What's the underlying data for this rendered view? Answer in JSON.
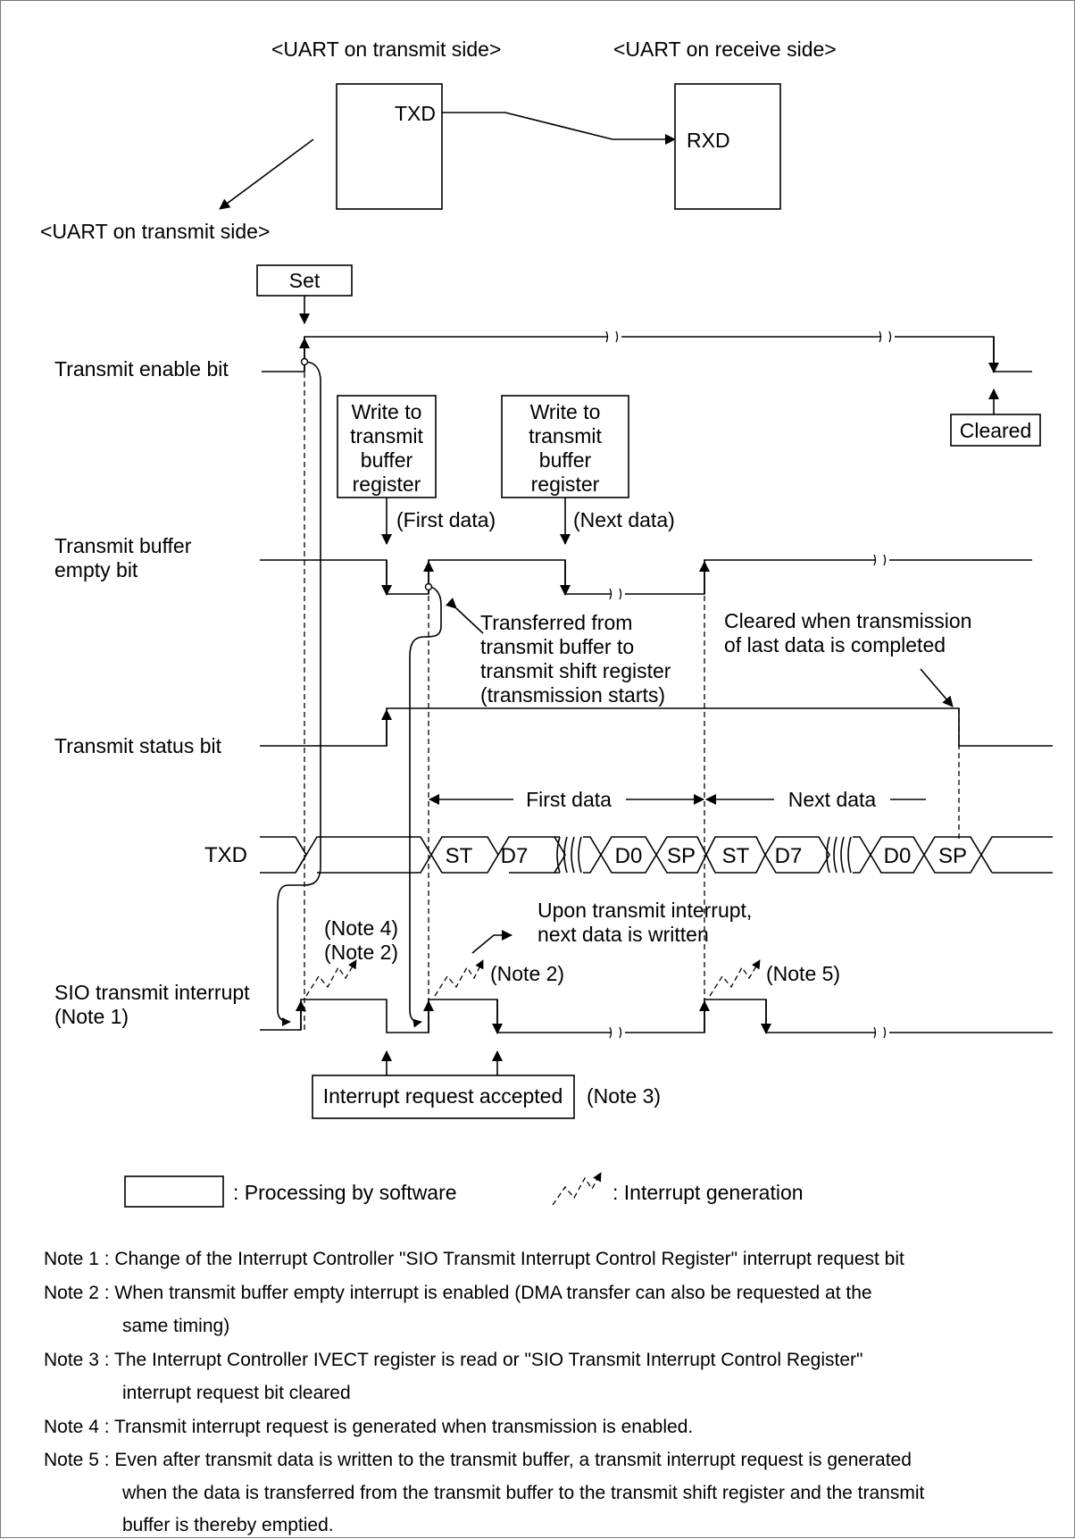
{
  "uart": {
    "tx_side_title": "<UART on  transmit side>",
    "rx_side_title": "<UART on receive side>",
    "txd_pin": "TXD",
    "rxd_pin": "RXD",
    "tx_side_label": "<UART on  transmit side>"
  },
  "timing": {
    "set_box": "Set",
    "cleared_box": "Cleared",
    "write_box_first": [
      "Write to",
      "transmit",
      "buffer",
      "register"
    ],
    "write_box_next": [
      "Write to",
      "transmit",
      "buffer",
      "register"
    ],
    "first_data_marker": "(First data)",
    "next_data_marker": "(Next data)",
    "signals": {
      "transmit_enable": "Transmit enable bit",
      "buffer_empty": [
        "Transmit buffer",
        "empty bit"
      ],
      "transmit_status": "Transmit status bit",
      "txd": "TXD",
      "sio_interrupt": [
        "SIO transmit interrupt",
        "(Note 1)"
      ]
    },
    "transferred_note": [
      "Transferred from",
      "transmit buffer to",
      "transmit shift register",
      "(transmission starts)"
    ],
    "cleared_note": [
      "Cleared when transmission",
      "of last data is completed"
    ],
    "first_data_span": "First data",
    "next_data_span": "Next data",
    "frame_bits": [
      "ST",
      "D7",
      "D0",
      "SP",
      "ST",
      "D7",
      "D0",
      "SP"
    ],
    "upon_interrupt_note": [
      "Upon transmit  interrupt,",
      "next data is written"
    ],
    "note4_ref": "(Note 4)",
    "note2_ref_a": "(Note 2)",
    "note2_ref_b": "(Note 2)",
    "note5_ref": "(Note 5)",
    "irq_accepted_box": "Interrupt request accepted",
    "note3_ref": "(Note 3)"
  },
  "legend": {
    "software": ": Processing by software",
    "interrupt": ": Interrupt generation"
  },
  "notes": [
    [
      "Note 1 : Change of the Interrupt Controller \"SIO Transmit Interrupt Control Register\" interrupt request bit"
    ],
    [
      "Note 2 : When transmit buffer empty interrupt is enabled (DMA transfer can also be requested at the",
      "same timing)"
    ],
    [
      "Note 3 : The Interrupt Controller IVECT register is read or \"SIO Transmit Interrupt Control Register\"",
      "interrupt request bit cleared"
    ],
    [
      "Note 4 : Transmit interrupt request is generated when transmission is enabled."
    ],
    [
      "Note 5 : Even after transmit data is written to the transmit buffer, a transmit interrupt request is generated",
      "when the data is transferred from the transmit buffer to the transmit shift register and the transmit",
      "buffer is thereby emptied."
    ]
  ]
}
